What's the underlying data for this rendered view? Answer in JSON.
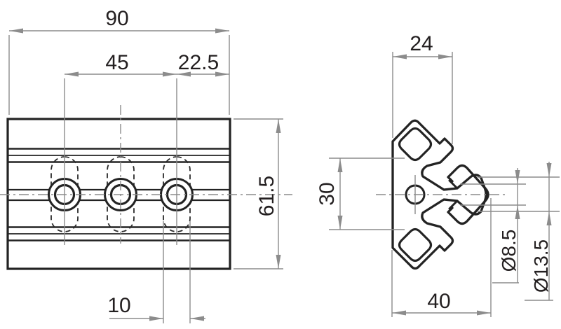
{
  "drawing": {
    "background": "#ffffff",
    "colors": {
      "profile_line": "#232323",
      "dimension_line": "#8c8c8c",
      "text": "#231f20"
    },
    "front_view": {
      "dim_overall_width": "90",
      "dim_hole_spacing": "45",
      "dim_end_offset": "22.5",
      "dim_overall_height": "61.5",
      "dim_slot_width": "10"
    },
    "profile_view": {
      "dim_face_width": "24",
      "dim_slot_span": "30",
      "dim_overall_width": "40",
      "dim_bore_small": "Ø8.5",
      "dim_bore_large": "Ø13.5"
    }
  }
}
